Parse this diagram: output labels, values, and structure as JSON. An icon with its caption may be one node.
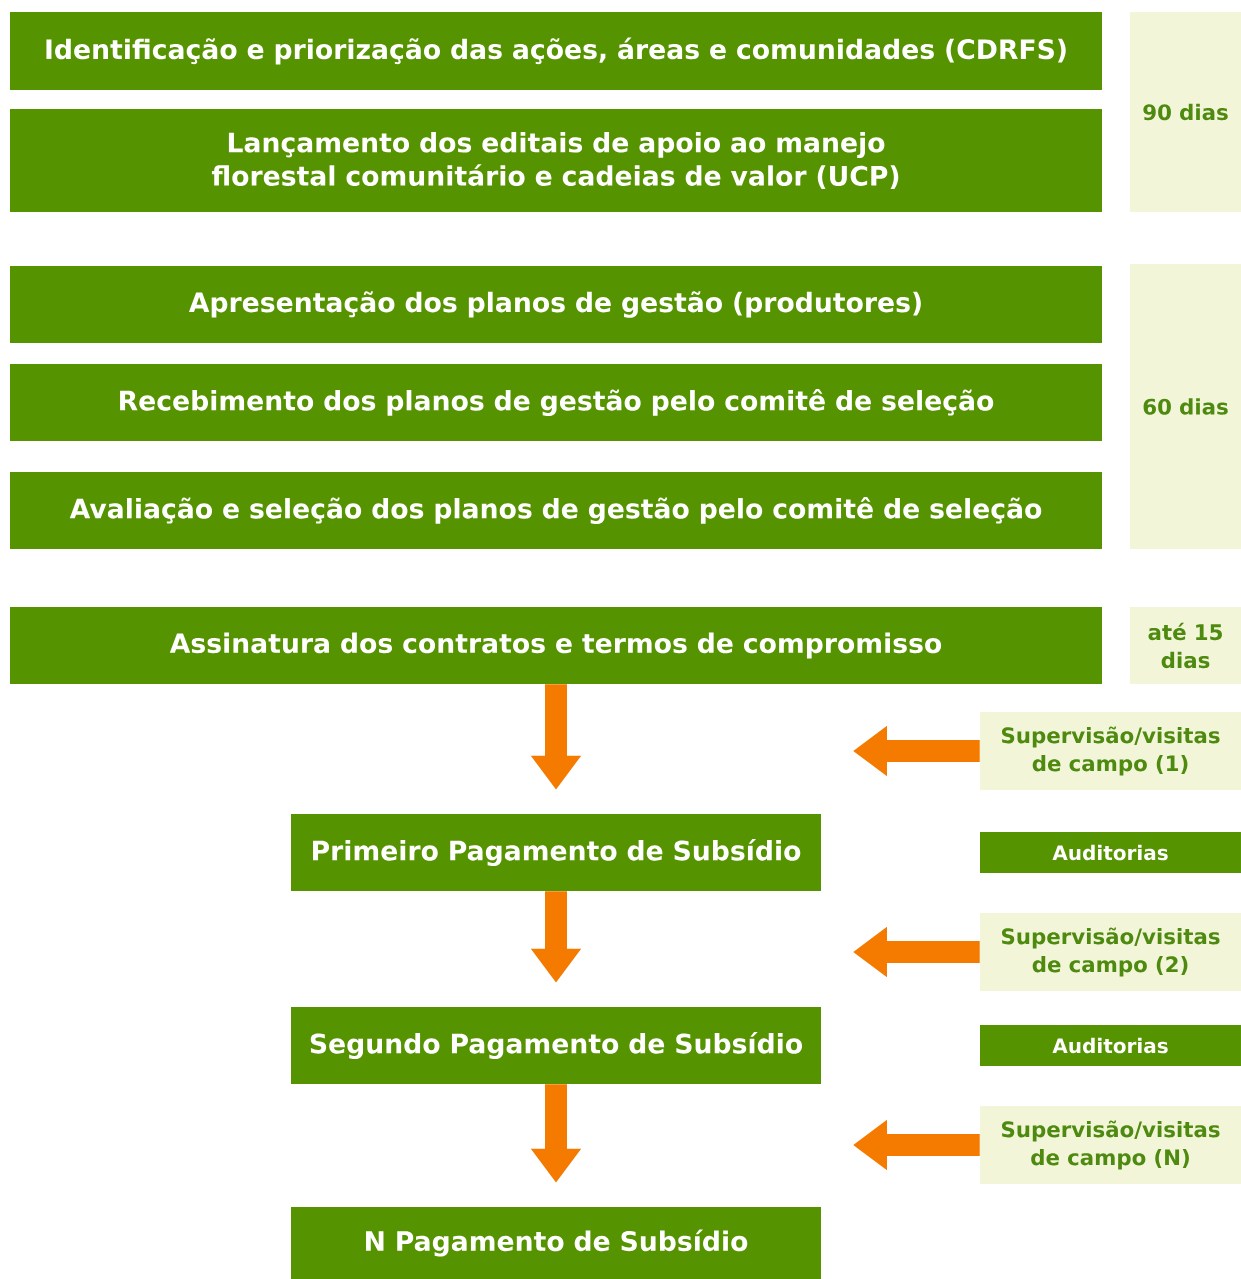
{
  "diagram": {
    "nodes": [
      {
        "text": [
          "Identificação e priorização das ações, áreas e comunidades (CDRFS)"
        ]
      },
      {
        "text": [
          "Lançamento dos editais de apoio ao manejo florestal comunitário e cadeias de valor (UCP)"
        ]
      },
      {
        "text": [
          "90 dias"
        ]
      },
      {
        "text": [
          "Apresentação dos planos de gestão (produtores)"
        ]
      },
      {
        "text": [
          "Recebimento dos planos de gestão pelo comitê de seleção"
        ]
      },
      {
        "text": [
          "Avaliação e seleção dos planos de gestão pelo comitê de seleção"
        ]
      },
      {
        "text": [
          "60 dias"
        ]
      },
      {
        "text": [
          "Assinatura dos contratos e termos de compromisso"
        ]
      },
      {
        "text": [
          "até 15 dias"
        ]
      },
      {
        "text": [
          "Supervisão/visitas de campo (1)"
        ]
      },
      {
        "text": [
          "Primeiro Pagamento de Subsídio"
        ]
      },
      {
        "text": [
          "Auditorias"
        ]
      },
      {
        "text": [
          "Supervisão/visitas de campo (2)"
        ]
      },
      {
        "text": [
          "Segundo Pagamento de Subsídio"
        ]
      },
      {
        "text": [
          "Auditorias"
        ]
      },
      {
        "text": [
          "Supervisão/visitas de campo (N)"
        ]
      },
      {
        "text": [
          "N Pagamento de Subsídio"
        ]
      }
    ],
    "edges": [
      {
        "from": 7,
        "to": 10,
        "arrow": "to"
      },
      {
        "from": 10,
        "to": 13,
        "arrow": "to"
      },
      {
        "from": 13,
        "to": 16,
        "arrow": "to"
      },
      {
        "from": 9,
        "to": null,
        "arrow": "to"
      },
      {
        "from": 12,
        "to": null,
        "arrow": "to"
      },
      {
        "from": 15,
        "to": null,
        "arrow": "to"
      }
    ]
  }
}
